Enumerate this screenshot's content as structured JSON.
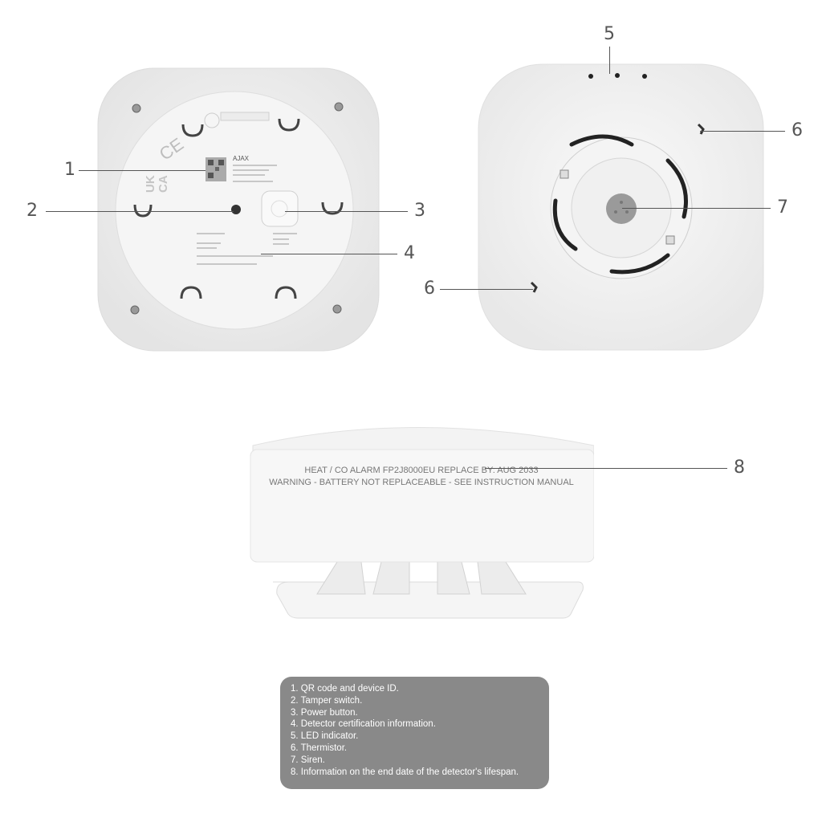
{
  "callouts": {
    "c1": "1",
    "c2": "2",
    "c3": "3",
    "c4": "4",
    "c5": "5",
    "c6a": "6",
    "c6b": "6",
    "c7": "7",
    "c8": "8"
  },
  "back_label": {
    "brand": "AJAX",
    "mark_uk": "UK",
    "mark_ca": "CA",
    "mark_ce": "CE"
  },
  "side_print": {
    "line1": "HEAT / CO ALARM  FP2J8000EU  REPLACE BY: AUG 2033",
    "line2": "WARNING - BATTERY NOT REPLACEABLE - SEE INSTRUCTION MANUAL"
  },
  "legend": [
    "1. QR code and device ID.",
    "2. Tamper switch.",
    "3. Power button.",
    "4. Detector certification information.",
    "5. LED indicator.",
    "6. Thermistor.",
    "7. Siren.",
    "8. Information on the end date of the detector's lifespan."
  ],
  "colors": {
    "device": "#f1f1f1",
    "legend_bg": "#898989",
    "line": "#555555"
  }
}
